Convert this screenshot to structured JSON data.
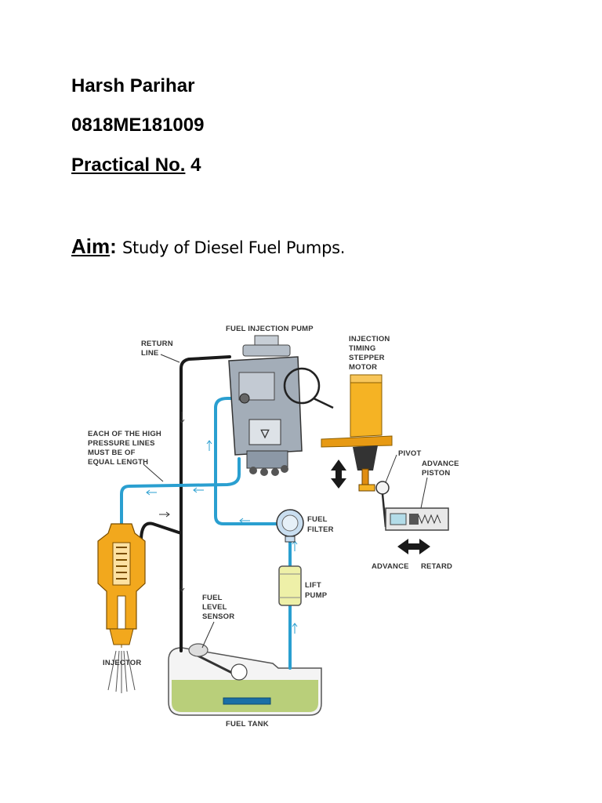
{
  "header": {
    "name": "Harsh Parihar",
    "roll_number": "0818ME181009",
    "practical_label": "Practical No.",
    "practical_number": "4"
  },
  "aim": {
    "label": "Aim",
    "colon": ":",
    "text": "Study of Diesel Fuel Pumps."
  },
  "diagram": {
    "labels": {
      "fuel_injection_pump": "FUEL INJECTION PUMP",
      "return_line": [
        "RETURN",
        "LINE"
      ],
      "injection_timing_stepper_motor": [
        "INJECTION",
        "TIMING",
        "STEPPER",
        "MOTOR"
      ],
      "high_pressure_lines": [
        "EACH OF THE HIGH",
        "PRESSURE LINES",
        "MUST BE OF",
        "EQUAL LENGTH"
      ],
      "pivot": "PIVOT",
      "advance_piston": [
        "ADVANCE",
        "PISTON"
      ],
      "fuel_filter": [
        "FUEL",
        "FILTER"
      ],
      "advance": "ADVANCE",
      "retard": "RETARD",
      "lift_pump": [
        "LIFT",
        "PUMP"
      ],
      "fuel_level_sensor": [
        "FUEL",
        "LEVEL",
        "SENSOR"
      ],
      "injector": "INJECTOR",
      "fuel_tank": "FUEL TANK"
    },
    "colors": {
      "fuel_line": "#2a9fd0",
      "return_line": "#1a1a1a",
      "injector_body": "#f2a81d",
      "stepper_motor": "#f5b324",
      "pump_body": "#8c98a6",
      "filter": "#eef0a8",
      "tank_fuel": "#b9cf7a"
    }
  }
}
